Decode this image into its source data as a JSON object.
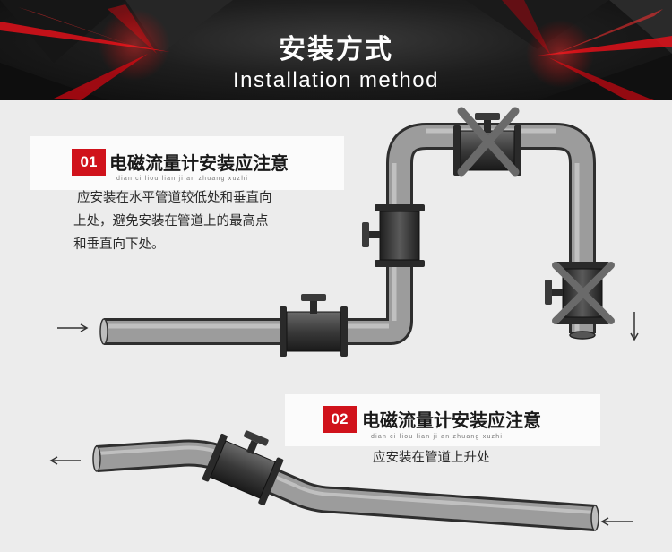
{
  "header": {
    "title": "安装方式",
    "subtitle": "Installation method"
  },
  "notes": [
    {
      "number": "01",
      "title": "电磁流量计安装应注意",
      "pinyin": "dian ci liou lian ji an zhuang xuzhi",
      "lines": [
        "应安装在水平管道较低处和垂直向",
        "上处，避免安装在管道上的最高点",
        "和垂直向下处。"
      ]
    },
    {
      "number": "02",
      "title": "电磁流量计安装应注意",
      "pinyin": "dian ci liou lian ji an zhuang xuzhi",
      "lines": [
        "应安装在管道上升处"
      ]
    }
  ],
  "colors": {
    "badge": "#d0121b",
    "pipe_dark": "#3a3a3a",
    "pipe_light": "#9a9a9a",
    "banner_accent": "#e0101a"
  },
  "icons": [
    "flow-arrow-icon",
    "cross-mark-icon",
    "flowmeter-icon"
  ]
}
